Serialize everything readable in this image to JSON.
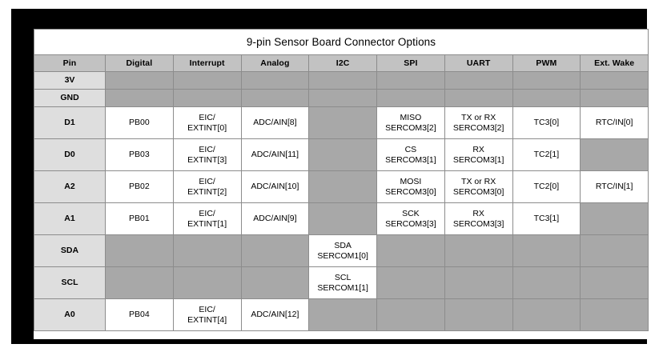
{
  "table": {
    "title": "9-pin Sensor Board Connector Options",
    "columns": [
      {
        "key": "pin",
        "label": "Pin"
      },
      {
        "key": "digital",
        "label": "Digital"
      },
      {
        "key": "interrupt",
        "label": "Interrupt"
      },
      {
        "key": "analog",
        "label": "Analog"
      },
      {
        "key": "i2c",
        "label": "I2C"
      },
      {
        "key": "spi",
        "label": "SPI"
      },
      {
        "key": "uart",
        "label": "UART"
      },
      {
        "key": "pwm",
        "label": "PWM"
      },
      {
        "key": "extwake",
        "label": "Ext. Wake"
      }
    ],
    "rows": [
      {
        "pin": "3V",
        "height": "short",
        "cells": [
          "",
          "",
          "",
          "",
          "",
          "",
          "",
          ""
        ]
      },
      {
        "pin": "GND",
        "height": "short",
        "cells": [
          "",
          "",
          "",
          "",
          "",
          "",
          "",
          ""
        ]
      },
      {
        "pin": "D1",
        "height": "tall",
        "cells": [
          "PB00",
          "EIC/\nEXTINT[0]",
          "ADC/AIN[8]",
          "",
          "MISO\nSERCOM3[2]",
          "TX or RX\nSERCOM3[2]",
          "TC3[0]",
          "RTC/IN[0]"
        ]
      },
      {
        "pin": "D0",
        "height": "tall",
        "cells": [
          "PB03",
          "EIC/\nEXTINT[3]",
          "ADC/AIN[11]",
          "",
          "CS\nSERCOM3[1]",
          "RX\nSERCOM3[1]",
          "TC2[1]",
          ""
        ]
      },
      {
        "pin": "A2",
        "height": "tall",
        "cells": [
          "PB02",
          "EIC/\nEXTINT[2]",
          "ADC/AIN[10]",
          "",
          "MOSI\nSERCOM3[0]",
          "TX or RX\nSERCOM3[0]",
          "TC2[0]",
          "RTC/IN[1]"
        ]
      },
      {
        "pin": "A1",
        "height": "tall",
        "cells": [
          "PB01",
          "EIC/\nEXTINT[1]",
          "ADC/AIN[9]",
          "",
          "SCK\nSERCOM3[3]",
          "RX\nSERCOM3[3]",
          "TC3[1]",
          ""
        ]
      },
      {
        "pin": "SDA",
        "height": "tall",
        "cells": [
          "",
          "",
          "",
          "SDA\nSERCOM1[0]",
          "",
          "",
          "",
          ""
        ]
      },
      {
        "pin": "SCL",
        "height": "tall",
        "cells": [
          "",
          "",
          "",
          "SCL\nSERCOM1[1]",
          "",
          "",
          "",
          ""
        ]
      },
      {
        "pin": "A0",
        "height": "tall",
        "cells": [
          "PB04",
          "EIC/\nEXTINT[4]",
          "ADC/AIN[12]",
          "",
          "",
          "",
          "",
          ""
        ]
      }
    ]
  },
  "colors": {
    "frame": "#000000",
    "page_background": "#ffffff",
    "header_background": "#c2c2c2",
    "pin_background": "#dedede",
    "empty_background": "#a8a8a8",
    "value_background": "#ffffff",
    "grid_line": "#8c8c8c",
    "text": "#000000"
  }
}
